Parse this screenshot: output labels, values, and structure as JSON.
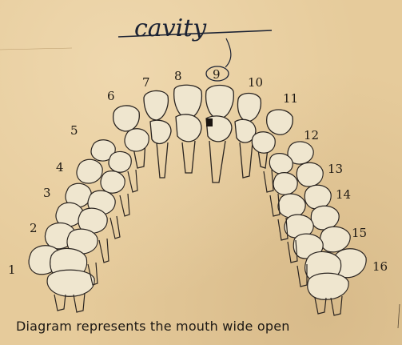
{
  "handwritten_title": "cavity",
  "tooth_numbers": [
    "1",
    "2",
    "3",
    "4",
    "5",
    "6",
    "7",
    "8",
    "9",
    "10",
    "11",
    "12",
    "13",
    "14",
    "15",
    "16"
  ],
  "caption": "Diagram represents the mouth wide open",
  "colors": {
    "paper": "#e6cb9b",
    "ink": "#1f1a14",
    "tooth": "#efe6cf"
  }
}
